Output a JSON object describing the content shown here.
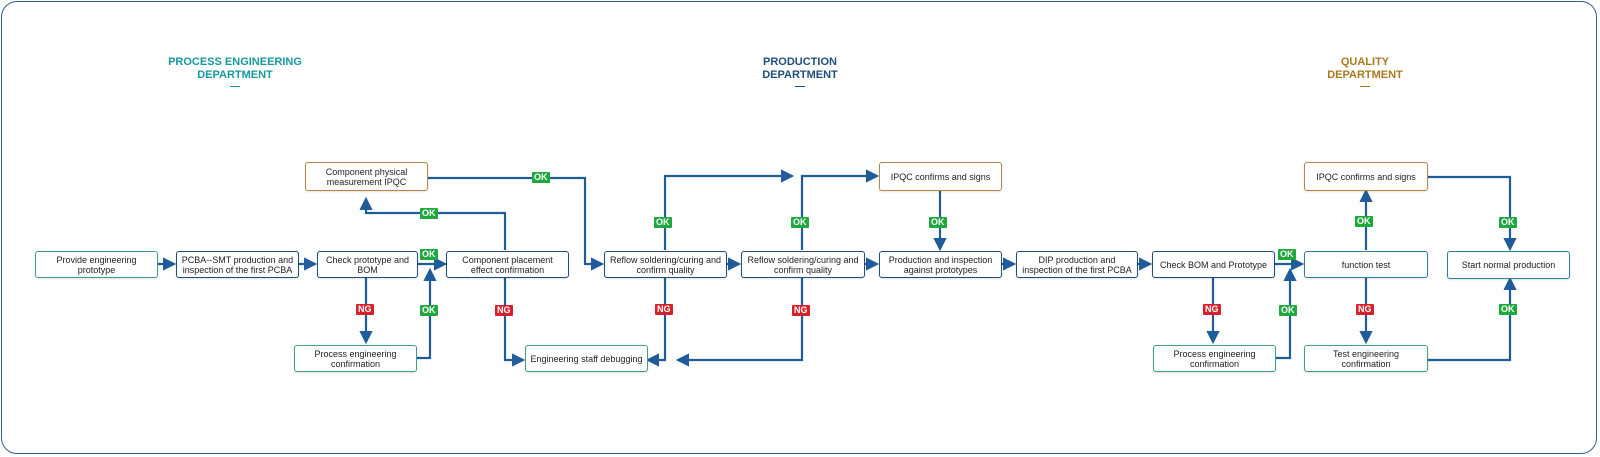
{
  "departments": {
    "process": {
      "line1": "PROCESS ENGINEERING",
      "line2": "DEPARTMENT",
      "color": "#159a9c"
    },
    "production": {
      "line1": "PRODUCTION",
      "line2": "DEPARTMENT",
      "color": "#1f4e79"
    },
    "quality": {
      "line1": "QUALITY",
      "line2": "DEPARTMENT",
      "color": "#a87a1c"
    }
  },
  "nodes": {
    "provide_prototype": "Provide engineering prototype",
    "pcba_smt": "PCBA--SMT production and inspection of the first PCBA",
    "check_prototype_bom": "Check prototype and BOM",
    "process_confirm_1": "Process engineering confirmation",
    "component_measure": "Component physical measurement IPQC",
    "placement_confirm": "Component placement effect confirmation",
    "engineering_debug": "Engineering staff debugging",
    "reflow_1": "Reflow soldering/curing and confirm quality",
    "reflow_2": "Reflow soldering/curing and confirm quality",
    "ipqc_signs_1": "IPQC confirms and signs",
    "production_inspection": "Production and inspection against prototypes",
    "dip_production": "DIP production and inspection of the first PCBA",
    "check_bom_prototype": "Check BOM and Prototype",
    "process_confirm_2": "Process engineering confirmation",
    "function_test": "function test",
    "test_confirm": "Test engineering confirmation",
    "ipqc_signs_2": "IPQC confirms and signs",
    "start_production": "Start normal production"
  },
  "labels": {
    "ok": "OK",
    "ng": "NG"
  },
  "colors": {
    "arrow": "#1f5c99",
    "ok": "#1fa83d",
    "ng": "#d8202a"
  }
}
